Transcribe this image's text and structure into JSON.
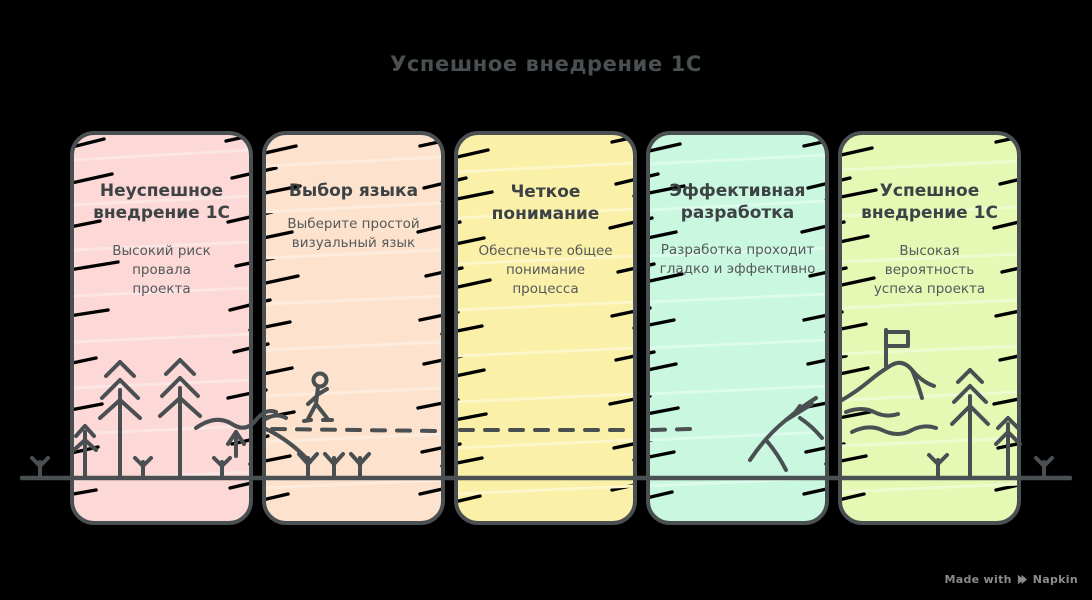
{
  "title": "Успешное внедрение 1С",
  "background_color": "#000000",
  "ink_color": "#4a4f52",
  "cards": [
    {
      "id": "card-failure",
      "title": "Неуспешное\nвнедрение 1С",
      "body": "Высокий риск\nпровала\nпроекта",
      "color": "#fcd8d6",
      "illustration": "pine-forest"
    },
    {
      "id": "card-language",
      "title": "Выбор языка",
      "body": "Выберите простой\nвизуальный язык",
      "color": "#fde3cd",
      "illustration": "hiker-on-trail"
    },
    {
      "id": "card-understanding",
      "title": "Четкое\nпонимание",
      "body": "Обеспечьте общее\nпонимание\nпроцесса",
      "color": "#faf0a8",
      "illustration": "dashed-trail"
    },
    {
      "id": "card-development",
      "title": "Эффективная\nразработка",
      "body": "Разработка проходит\nгладко и эффективно",
      "color": "#c9f7e0",
      "illustration": "hill-slope"
    },
    {
      "id": "card-success",
      "title": "Успешное\nвнедрение 1С",
      "body": "Высокая\nвероятность\nуспеха проекта",
      "color": "#e5f8b4",
      "illustration": "summit-with-flag"
    }
  ],
  "watermark": {
    "text_before": "Made with",
    "brand": "Napkin",
    "icon": "napkin-logo-icon"
  }
}
